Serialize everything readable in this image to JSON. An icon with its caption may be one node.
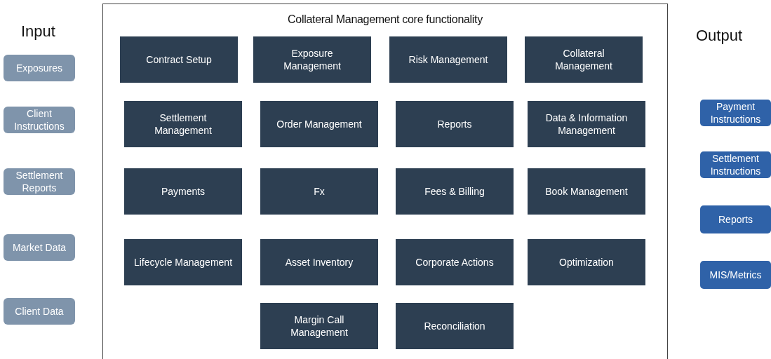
{
  "diagram": {
    "nodes": [
      {
        "text": [
          "Exposures"
        ]
      },
      {
        "text": [
          "Client Instructions"
        ]
      },
      {
        "text": [
          "Settlement Reports"
        ]
      },
      {
        "text": [
          "Market Data"
        ]
      },
      {
        "text": [
          "Client Data"
        ]
      },
      {
        "text": [
          "Collateral Management core functionality"
        ]
      },
      {
        "text": [
          "Contract Setup"
        ],
        "in": 5
      },
      {
        "text": [
          "Exposure Management"
        ],
        "in": 5
      },
      {
        "text": [
          "Risk Management"
        ],
        "in": 5
      },
      {
        "text": [
          "Collateral Management"
        ],
        "in": 5
      },
      {
        "text": [
          "Settlement Management"
        ],
        "in": 5
      },
      {
        "text": [
          "Order Management"
        ],
        "in": 5
      },
      {
        "text": [
          "Reports"
        ],
        "in": 5
      },
      {
        "text": [
          "Data & Information Management"
        ],
        "in": 5
      },
      {
        "text": [
          "Payments"
        ],
        "in": 5
      },
      {
        "text": [
          "Fx"
        ],
        "in": 5
      },
      {
        "text": [
          "Fees & Billing"
        ],
        "in": 5
      },
      {
        "text": [
          "Book Management"
        ],
        "in": 5
      },
      {
        "text": [
          "Lifecycle Management"
        ],
        "in": 5
      },
      {
        "text": [
          "Asset Inventory"
        ],
        "in": 5
      },
      {
        "text": [
          "Corporate Actions"
        ],
        "in": 5
      },
      {
        "text": [
          "Optimization"
        ],
        "in": 5
      },
      {
        "text": [
          "Margin Call Management"
        ],
        "in": 5
      },
      {
        "text": [
          "Reconciliation"
        ],
        "in": 5
      },
      {
        "text": [
          "Payment Instructions"
        ]
      },
      {
        "text": [
          "Settlement Instructions"
        ]
      },
      {
        "text": [
          "Reports"
        ]
      },
      {
        "text": [
          "MIS/Metrics"
        ]
      }
    ],
    "edges": [],
    "labels": [
      "Input",
      "Output"
    ]
  }
}
